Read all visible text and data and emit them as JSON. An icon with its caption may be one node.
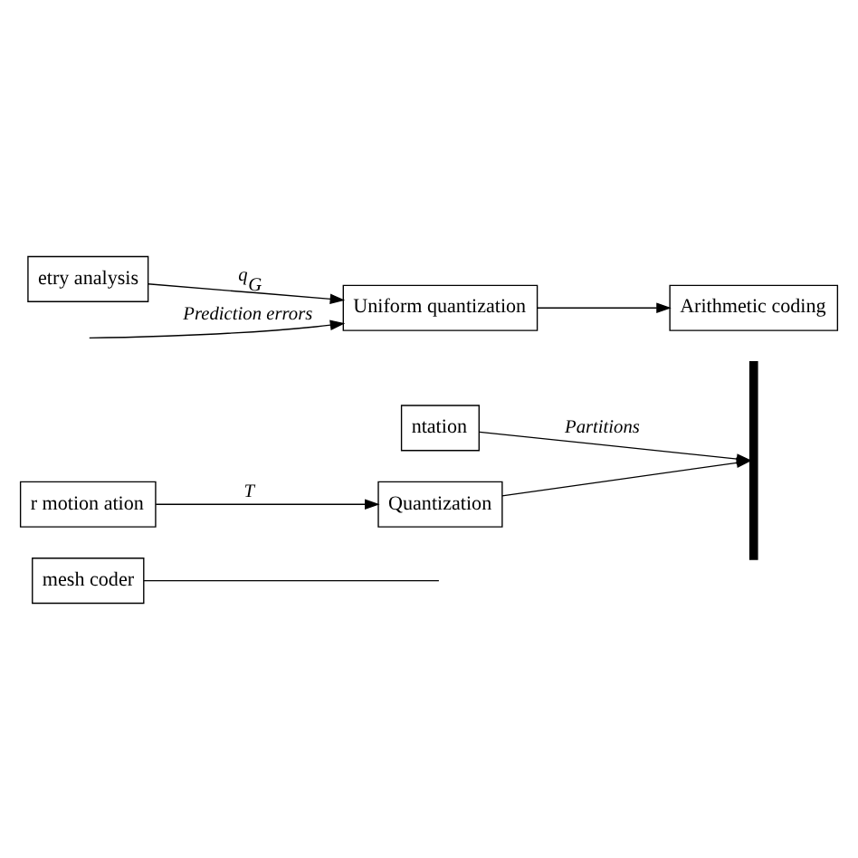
{
  "diagram": {
    "nodes": [
      {
        "text": [
          "mesh coder"
        ]
      },
      {
        "text": [
          "ntation"
        ]
      },
      {
        "text": [
          "r motion ation"
        ]
      },
      {
        "text": [
          "Quantization"
        ]
      },
      {
        "text": [],
        "shape": "bar"
      },
      {
        "text": [
          "Uniform quantization"
        ]
      },
      {
        "text": [
          "Arithmetic coding"
        ]
      },
      {
        "text": [
          "etry analysis"
        ]
      }
    ],
    "edges": [
      {
        "from": 0,
        "to": null,
        "arrow": "none"
      },
      {
        "from": 1,
        "to": 4,
        "arrow": "to",
        "label": "Partitions"
      },
      {
        "from": 2,
        "to": 3,
        "arrow": "to",
        "label": "T"
      },
      {
        "from": 3,
        "to": 4,
        "arrow": "to"
      },
      {
        "from": null,
        "to": 5,
        "arrow": "to",
        "label": "Prediction errors"
      },
      {
        "from": 5,
        "to": 6,
        "arrow": "to"
      },
      {
        "from": 7,
        "to": 5,
        "arrow": "to",
        "label": "q$_{G}$"
      }
    ]
  }
}
